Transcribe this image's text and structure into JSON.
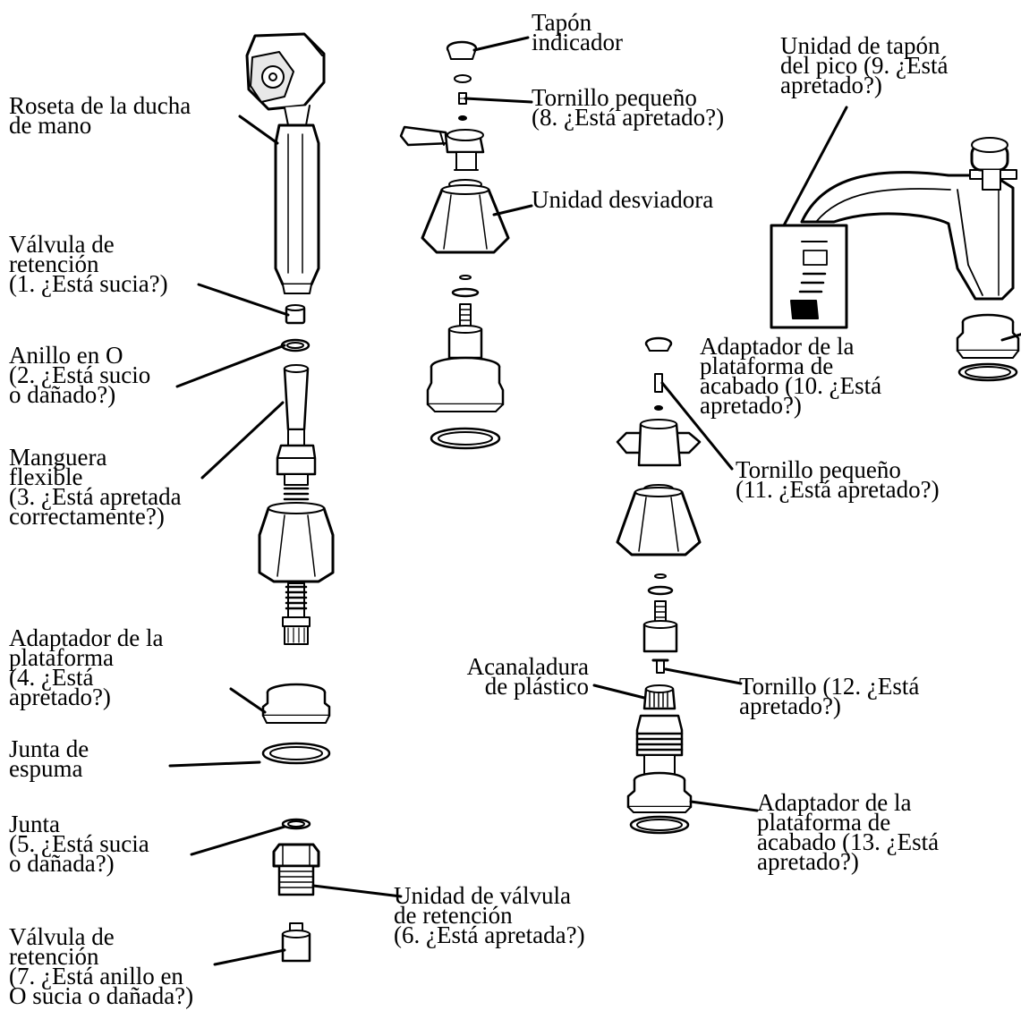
{
  "labels": {
    "hand_shower": [
      "Roseta de la ducha",
      "de mano"
    ],
    "check_valve_1": [
      "Válvula de",
      "retención",
      "(1. ¿Está sucia?)"
    ],
    "o_ring_2": [
      "Anillo en O",
      "(2. ¿Está sucio",
      "o dañado?)"
    ],
    "hose_3": [
      "Manguera",
      "flexible",
      "(3. ¿Está apretada",
      "correctamente?)"
    ],
    "deck_adapter_4": [
      "Adaptador de la",
      "plataforma",
      "(4. ¿Está",
      "apretado?)"
    ],
    "foam_gasket": [
      "Junta de",
      "espuma"
    ],
    "gasket_5": [
      "Junta",
      "(5. ¿Está sucia",
      "o dañada?)"
    ],
    "check_valve_7": [
      "Válvula de",
      "retención",
      "(7. ¿Está anillo en",
      "O sucia o dañada?)"
    ],
    "index_cap": [
      "Tapón",
      "indicador"
    ],
    "small_screw_8": [
      "Tornillo pequeño",
      "(8. ¿Está apretado?)"
    ],
    "diverter": [
      "Unidad desviadora"
    ],
    "check_valve_assembly_6": [
      "Unidad de válvula",
      "de retención",
      "(6. ¿Está apretada?)"
    ],
    "spout_plug_9": [
      "Unidad de tapón",
      "del pico (9. ¿Está",
      "apretado?)"
    ],
    "finish_adapter_10": [
      "Adaptador de la",
      "plataforma de",
      "acabado (10. ¿Está",
      "apretado?)"
    ],
    "small_screw_11": [
      "Tornillo pequeño",
      "(11. ¿Está apretado?)"
    ],
    "plastic_spline": [
      "Acanaladura",
      "de plástico"
    ],
    "screw_12": [
      "Tornillo (12. ¿Está",
      "apretado?)"
    ],
    "finish_adapter_13": [
      "Adaptador de la",
      "plataforma de",
      "acabado (13. ¿Está",
      "apretado?)"
    ]
  }
}
